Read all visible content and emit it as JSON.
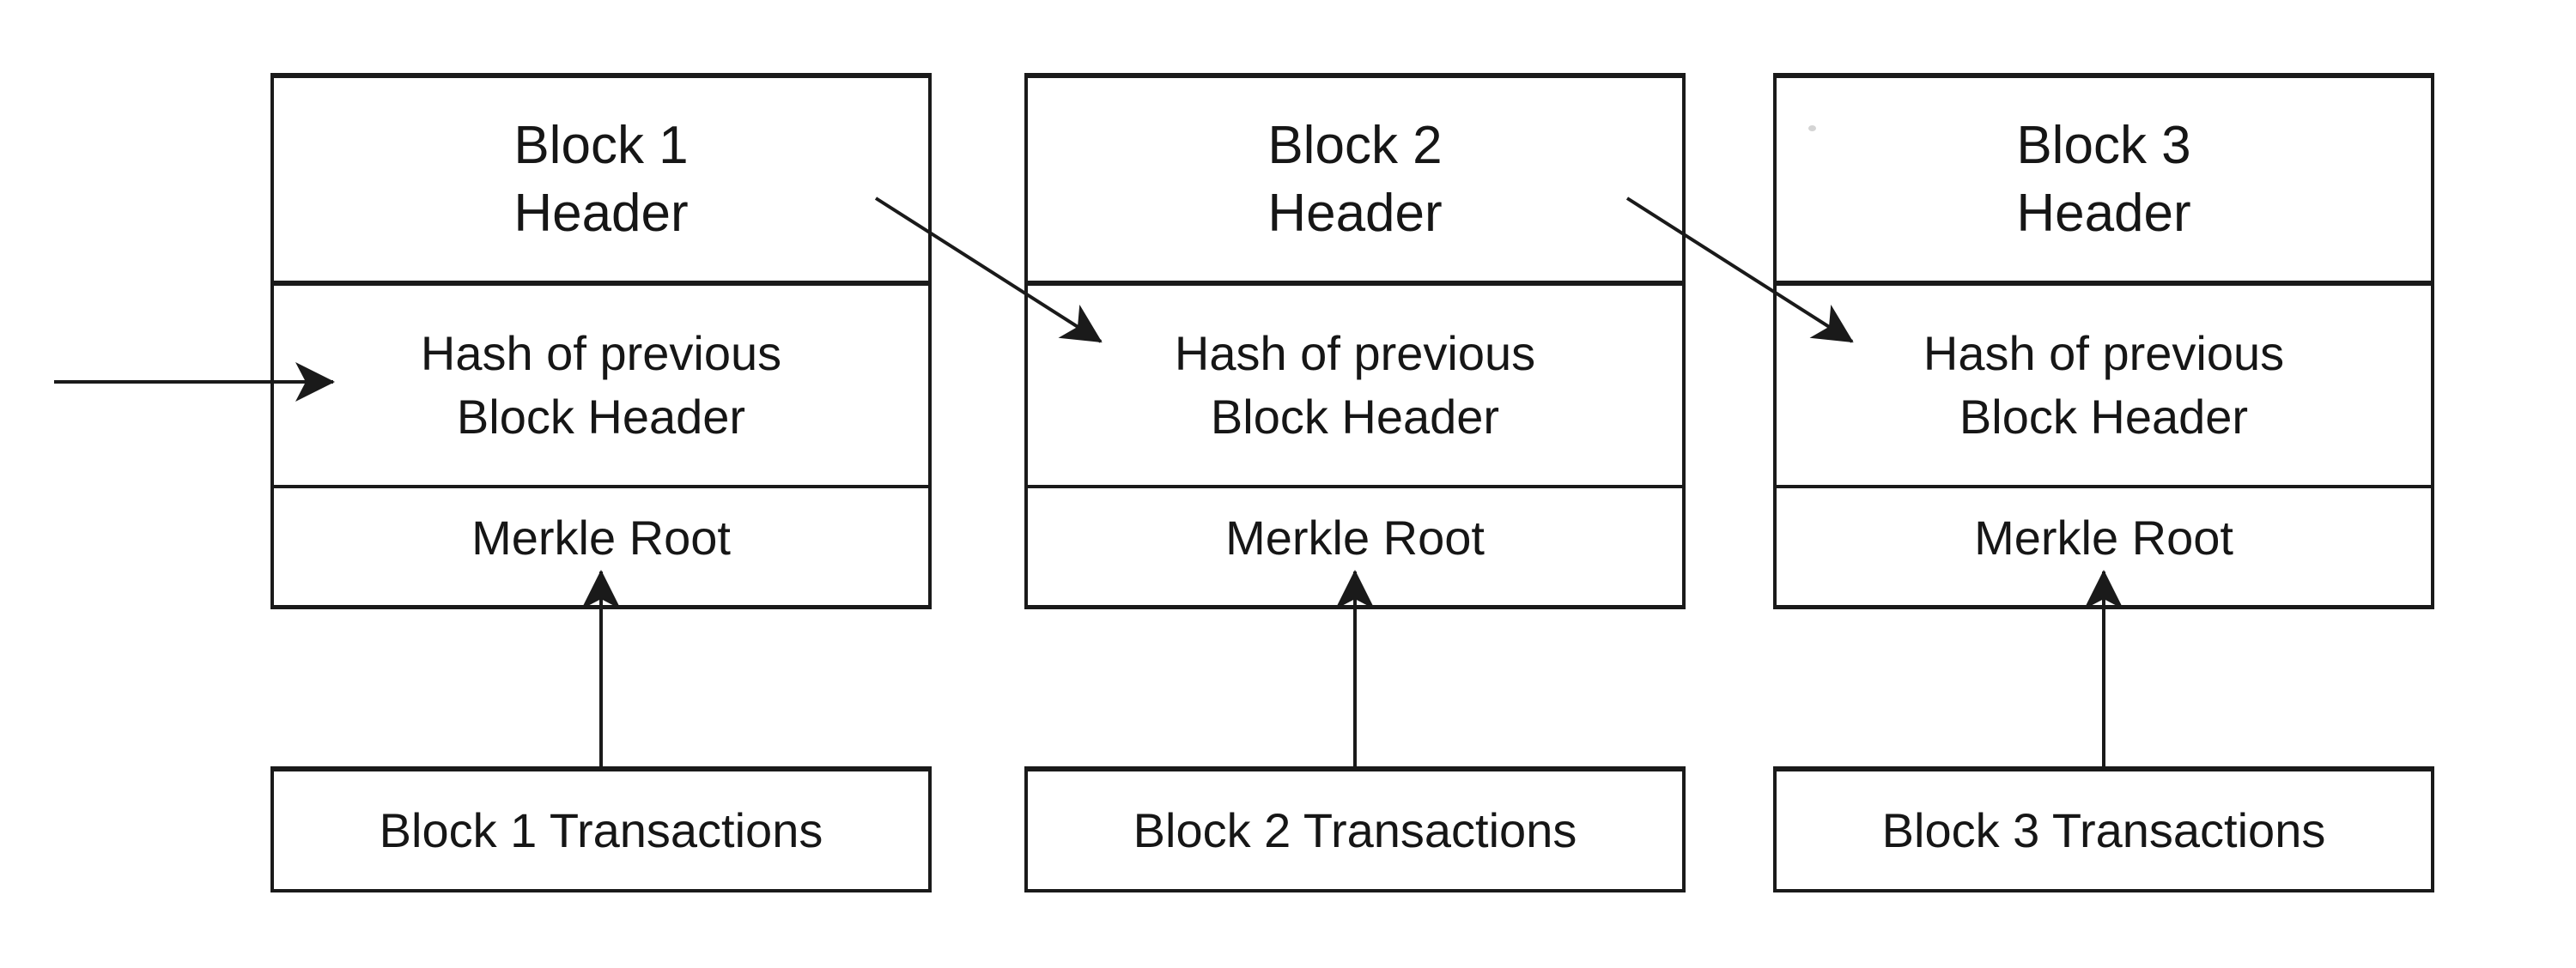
{
  "diagram": {
    "type": "blockchain-structure-diagram",
    "colors": {
      "background": "#ffffff",
      "line": "#1a1a1a",
      "text": "#161616"
    },
    "blocks": [
      {
        "header_line1": "Block 1",
        "header_line2": "Header",
        "hash_line1": "Hash of previous",
        "hash_line2": "Block Header",
        "merkle_label": "Merkle Root",
        "transactions_label": "Block 1 Transactions"
      },
      {
        "header_line1": "Block 2",
        "header_line2": "Header",
        "hash_line1": "Hash of previous",
        "hash_line2": "Block Header",
        "merkle_label": "Merkle Root",
        "transactions_label": "Block 2 Transactions"
      },
      {
        "header_line1": "Block 3",
        "header_line2": "Header",
        "hash_line1": "Hash of previous",
        "hash_line2": "Block Header",
        "merkle_label": "Merkle Root",
        "transactions_label": "Block 3 Transactions"
      }
    ],
    "arrows": [
      {
        "name": "incoming-hash-arrow",
        "from": "left-edge",
        "to": "block-1-hash-section"
      },
      {
        "name": "block1-header-to-block2-hash-arrow",
        "from": "block-1-header",
        "to": "block-2-hash-section"
      },
      {
        "name": "block2-header-to-block3-hash-arrow",
        "from": "block-2-header",
        "to": "block-3-hash-section"
      },
      {
        "name": "block1-transactions-to-merkle-arrow",
        "from": "block-1-transactions",
        "to": "block-1-merkle-root"
      },
      {
        "name": "block2-transactions-to-merkle-arrow",
        "from": "block-2-transactions",
        "to": "block-2-merkle-root"
      },
      {
        "name": "block3-transactions-to-merkle-arrow",
        "from": "block-3-transactions",
        "to": "block-3-merkle-root"
      }
    ]
  }
}
